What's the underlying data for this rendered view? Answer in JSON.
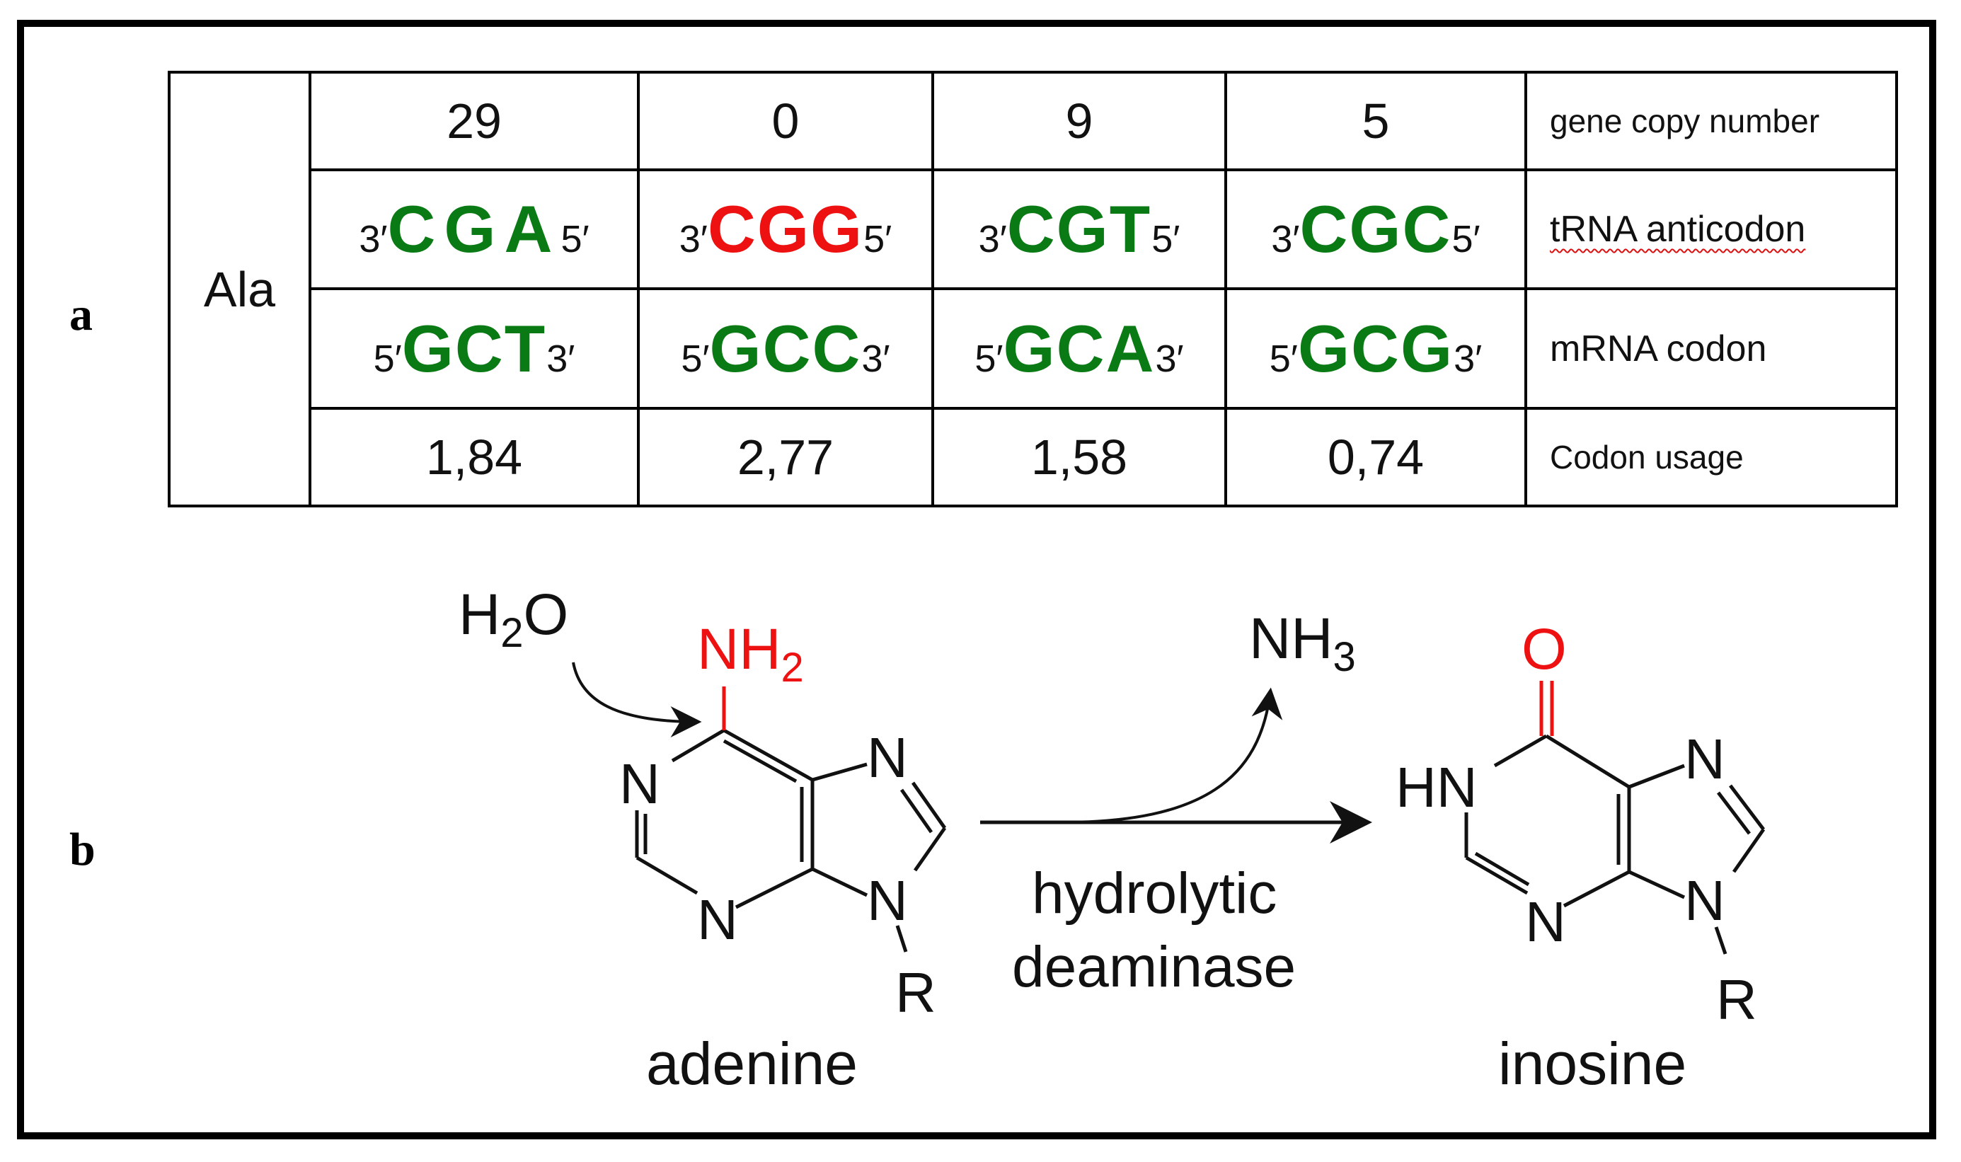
{
  "panel_labels": {
    "a": "a",
    "b": "b"
  },
  "table": {
    "amino_acid": "Ala",
    "gene_copy_numbers": [
      "29",
      "0",
      "9",
      "5"
    ],
    "gene_copy_label": "gene copy number",
    "anticodon_label": "tRNA anticodon",
    "codon_label": "mRNA codon",
    "usage_label": "Codon usage",
    "anticodons": [
      {
        "p1": "3′",
        "seq": "CGA",
        "p2": "5′",
        "color": "#0a7a14"
      },
      {
        "p1": "3′",
        "seq": "CGG",
        "p2": "5′",
        "color": "#ee1111"
      },
      {
        "p1": "3′",
        "seq": "CGT",
        "p2": "5′",
        "color": "#0a7a14"
      },
      {
        "p1": "3′",
        "seq": "CGC",
        "p2": "5′",
        "color": "#0a7a14"
      }
    ],
    "codons": [
      {
        "p1": "5′",
        "seq": "GCT",
        "p2": "3′",
        "color": "#0a7a14"
      },
      {
        "p1": "5′",
        "seq": "GCC",
        "p2": "3′",
        "color": "#0a7a14"
      },
      {
        "p1": "5′",
        "seq": "GCA",
        "p2": "3′",
        "color": "#0a7a14"
      },
      {
        "p1": "5′",
        "seq": "GCG",
        "p2": "3′",
        "color": "#0a7a14"
      }
    ],
    "codon_usage": [
      "1,84",
      "2,77",
      "1,58",
      "0,74"
    ]
  },
  "reaction": {
    "water": {
      "H": "H",
      "sub": "2",
      "O": "O"
    },
    "ammonia": {
      "N": "NH",
      "sub": "3"
    },
    "enzyme_line1": "hydrolytic",
    "enzyme_line2": "deaminase",
    "adenine": {
      "name": "adenine",
      "amino_group": {
        "main": "NH",
        "sub": "2"
      },
      "atom_N": "N",
      "atom_R": "R"
    },
    "inosine": {
      "name": "inosine",
      "carbonyl_O": "O",
      "atom_HN": "HN",
      "atom_N": "N",
      "atom_R": "R"
    },
    "colors": {
      "highlight": "#ee1111",
      "bond": "#111111"
    }
  }
}
